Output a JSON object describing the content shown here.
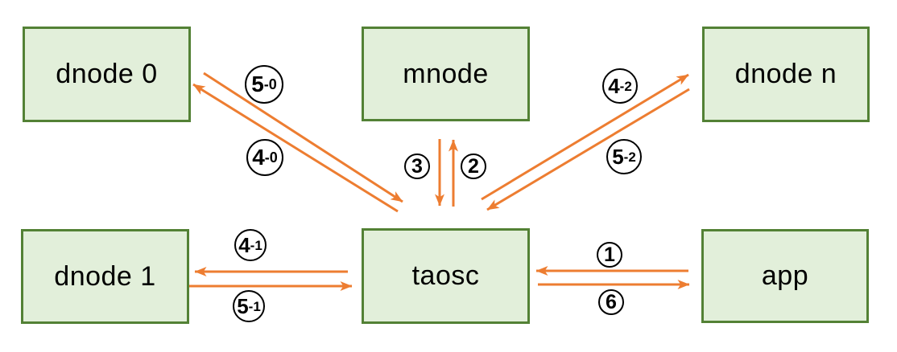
{
  "diagram": {
    "description": "Message flow diagram between app, taosc, mnode and dnodes",
    "nodes": {
      "dnode0": {
        "label": "dnode 0"
      },
      "mnode": {
        "label": "mnode"
      },
      "dnoden": {
        "label": "dnode n"
      },
      "dnode1": {
        "label": "dnode 1"
      },
      "taosc": {
        "label": "taosc"
      },
      "app": {
        "label": "app"
      }
    },
    "edge_labels": {
      "e1": {
        "main": "1",
        "suffix": ""
      },
      "e2": {
        "main": "2",
        "suffix": ""
      },
      "e3": {
        "main": "3",
        "suffix": ""
      },
      "e6": {
        "main": "6",
        "suffix": ""
      },
      "e4_0": {
        "main": "4",
        "suffix": "-0"
      },
      "e5_0": {
        "main": "5",
        "suffix": "-0"
      },
      "e4_1": {
        "main": "4",
        "suffix": "-1"
      },
      "e5_1": {
        "main": "5",
        "suffix": "-1"
      },
      "e4_2": {
        "main": "4",
        "suffix": "-2"
      },
      "e5_2": {
        "main": "5",
        "suffix": "-2"
      }
    },
    "edges": [
      {
        "from": "app",
        "to": "taosc",
        "label": "1"
      },
      {
        "from": "taosc",
        "to": "mnode",
        "label": "2"
      },
      {
        "from": "mnode",
        "to": "taosc",
        "label": "3"
      },
      {
        "from": "taosc",
        "to": "dnode 0",
        "label": "4-0"
      },
      {
        "from": "dnode 0",
        "to": "taosc",
        "label": "5-0"
      },
      {
        "from": "taosc",
        "to": "dnode 1",
        "label": "4-1"
      },
      {
        "from": "dnode 1",
        "to": "taosc",
        "label": "5-1"
      },
      {
        "from": "taosc",
        "to": "dnode n",
        "label": "4-2"
      },
      {
        "from": "dnode n",
        "to": "taosc",
        "label": "5-2"
      },
      {
        "from": "taosc",
        "to": "app",
        "label": "6"
      }
    ],
    "colors": {
      "box_fill": "#e2efda",
      "box_border": "#538135",
      "arrow": "#ed7d31",
      "label_border": "#000000",
      "text": "#000000"
    }
  }
}
